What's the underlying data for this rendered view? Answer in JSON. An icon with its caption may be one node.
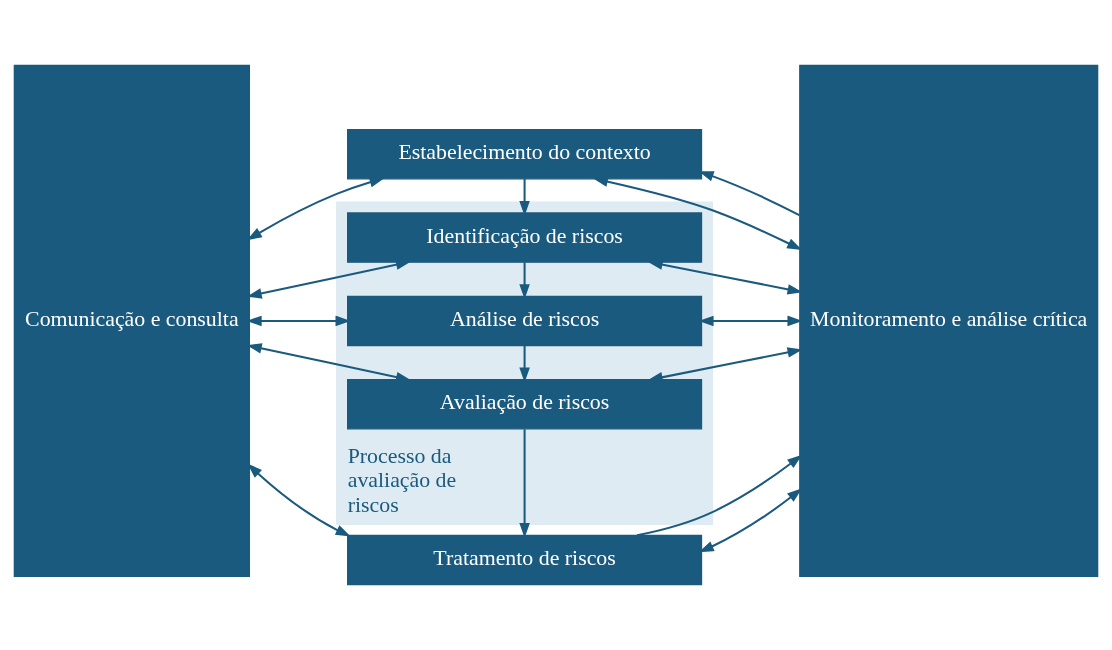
{
  "diagram": {
    "nodes": [
      {
        "text": [
          "Comunicação e consulta"
        ]
      },
      {
        "text": [
          "Estabelecimento do contexto"
        ]
      },
      {
        "text": [
          "Processo da avaliação de riscos"
        ]
      },
      {
        "text": [
          "Identificação de riscos"
        ],
        "in": 2
      },
      {
        "text": [
          "Análise de riscos"
        ],
        "in": 2
      },
      {
        "text": [
          "Avaliação de riscos"
        ],
        "in": 2
      },
      {
        "text": [
          "Tratamento de riscos"
        ]
      },
      {
        "text": [
          "Monitoramento e análise crítica"
        ]
      }
    ],
    "edges": [
      {
        "from": 0,
        "to": 1,
        "arrow": "both"
      },
      {
        "from": 0,
        "to": 3,
        "arrow": "both"
      },
      {
        "from": 0,
        "to": 4,
        "arrow": "both"
      },
      {
        "from": 0,
        "to": 5,
        "arrow": "both"
      },
      {
        "from": 0,
        "to": 6,
        "arrow": "both"
      },
      {
        "from": 1,
        "to": 7,
        "arrow": "both"
      },
      {
        "from": 3,
        "to": 7,
        "arrow": "both"
      },
      {
        "from": 4,
        "to": 7,
        "arrow": "both"
      },
      {
        "from": 5,
        "to": 7,
        "arrow": "both"
      },
      {
        "from": 6,
        "to": 7,
        "arrow": "both"
      },
      {
        "from": 1,
        "to": 3,
        "arrow": "to"
      },
      {
        "from": 3,
        "to": 4,
        "arrow": "to"
      },
      {
        "from": 4,
        "to": 5,
        "arrow": "to"
      },
      {
        "from": 5,
        "to": 6,
        "arrow": "to"
      },
      {
        "from": 7,
        "to": 1,
        "arrow": "to"
      },
      {
        "from": 6,
        "to": 7,
        "arrow": "to"
      }
    ]
  }
}
